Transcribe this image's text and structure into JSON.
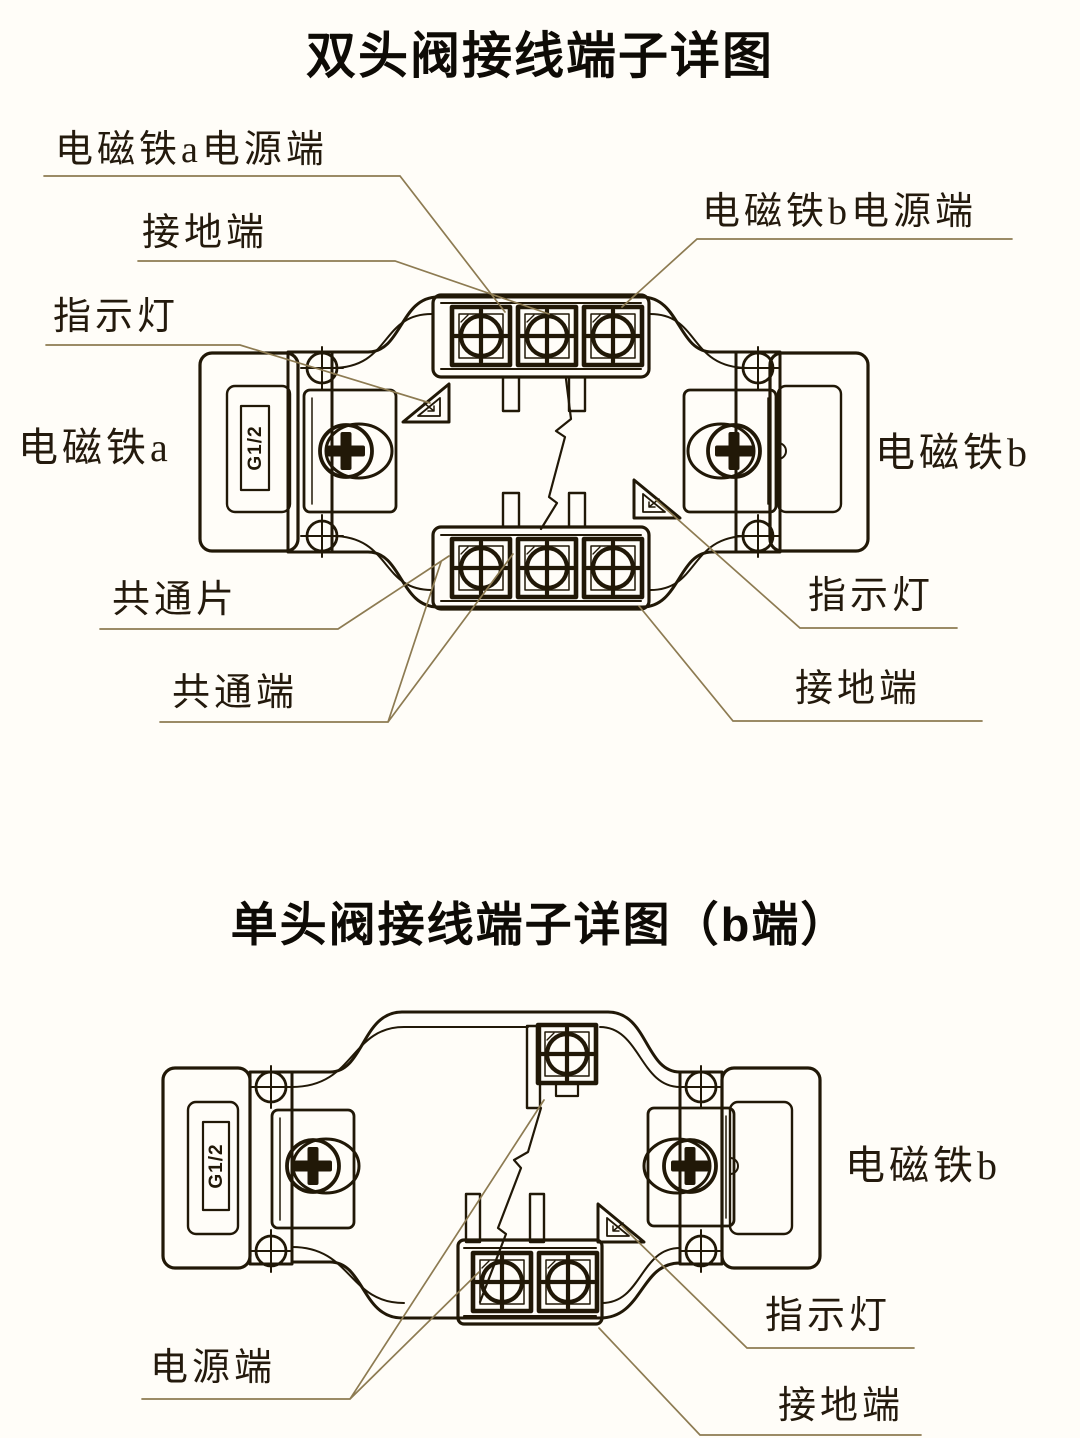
{
  "colors": {
    "background": "#fffdf8",
    "title_text": "#0e0b06",
    "label_text": "#241a0d",
    "drawing_line": "#211807",
    "leader_line": "#8d7b52"
  },
  "diagram1": {
    "title": "双头阀接线端子详图",
    "port_label": "G1/2",
    "labels": {
      "solenoid_a_power": "电磁铁a电源端",
      "ground_top": "接地端",
      "indicator_left": "指示灯",
      "solenoid_a": "电磁铁a",
      "solenoid_b_power": "电磁铁b电源端",
      "solenoid_b": "电磁铁b",
      "common_plate": "共通片",
      "common_terminal": "共通端",
      "indicator_right": "指示灯",
      "ground_bottom": "接地端"
    }
  },
  "diagram2": {
    "title": "单头阀接线端子详图（b端）",
    "port_label": "G1/2",
    "labels": {
      "solenoid_b": "电磁铁b",
      "indicator": "指示灯",
      "power_terminal": "电源端",
      "ground_terminal": "接地端"
    }
  }
}
